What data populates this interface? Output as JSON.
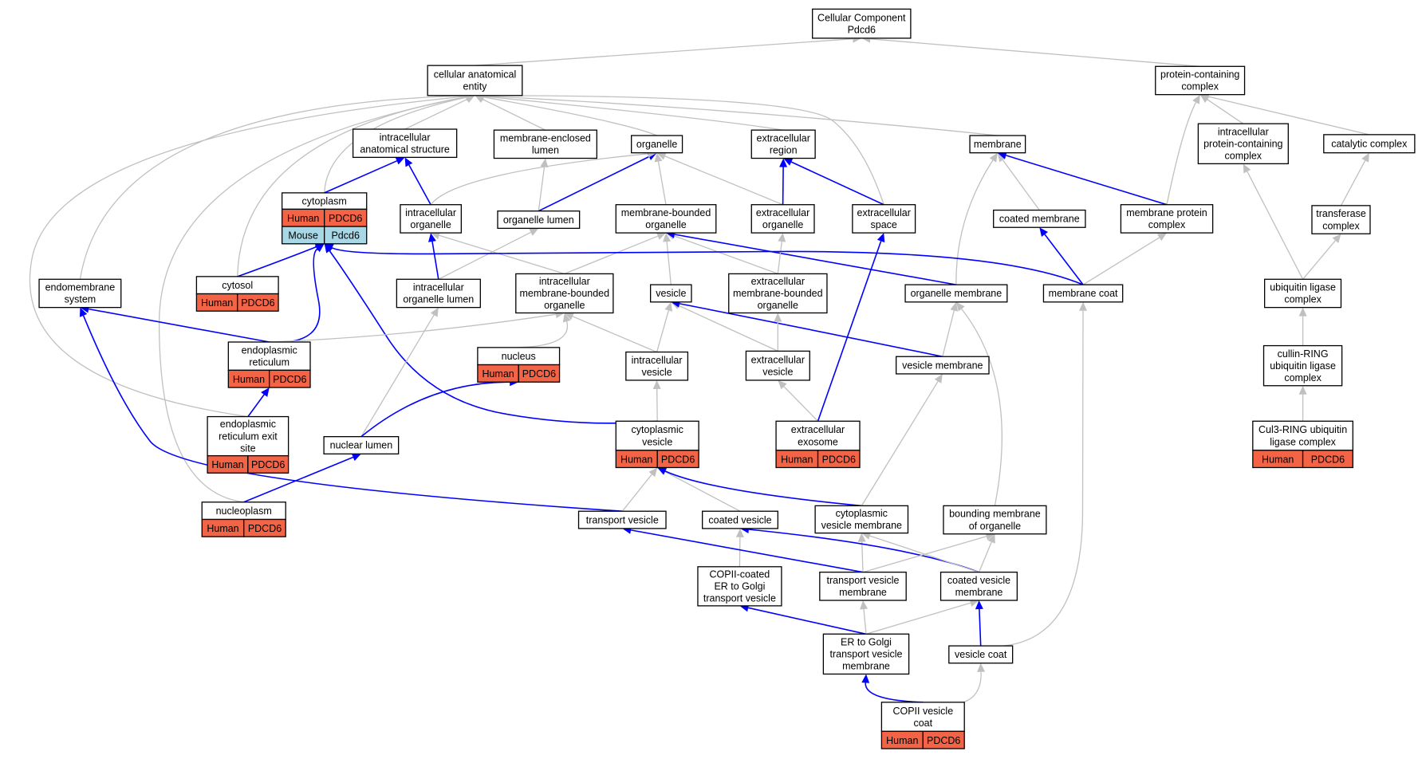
{
  "graph": {
    "colors": {
      "is_a_edge": "#c0c0c0",
      "part_of_edge": "#0000ff",
      "human_annotation": "#f36346",
      "mouse_annotation": "#a8d8e6"
    },
    "nodes": [
      {
        "id": "root",
        "lines": [
          "Cellular Component",
          "Pdcd6"
        ]
      },
      {
        "id": "cae",
        "lines": [
          "cellular anatomical",
          "entity"
        ]
      },
      {
        "id": "pcc",
        "lines": [
          "protein-containing",
          "complex"
        ]
      },
      {
        "id": "ias",
        "lines": [
          "intracellular",
          "anatomical structure"
        ]
      },
      {
        "id": "mel",
        "lines": [
          "membrane-enclosed",
          "lumen"
        ]
      },
      {
        "id": "org",
        "lines": [
          "organelle"
        ]
      },
      {
        "id": "exr",
        "lines": [
          "extracellular",
          "region"
        ]
      },
      {
        "id": "mem",
        "lines": [
          "membrane"
        ]
      },
      {
        "id": "ipcc",
        "lines": [
          "intracellular",
          "protein-containing",
          "complex"
        ]
      },
      {
        "id": "cat",
        "lines": [
          "catalytic complex"
        ]
      },
      {
        "id": "cyto",
        "lines": [
          "cytoplasm"
        ],
        "annotations": [
          {
            "species": "Human",
            "gene": "PDCD6"
          },
          {
            "species": "Mouse",
            "gene": "Pdcd6"
          }
        ]
      },
      {
        "id": "iorg",
        "lines": [
          "intracellular",
          "organelle"
        ]
      },
      {
        "id": "orgl",
        "lines": [
          "organelle lumen"
        ]
      },
      {
        "id": "mbo",
        "lines": [
          "membrane-bounded",
          "organelle"
        ]
      },
      {
        "id": "exo",
        "lines": [
          "extracellular",
          "organelle"
        ]
      },
      {
        "id": "exs",
        "lines": [
          "extracellular",
          "space"
        ]
      },
      {
        "id": "cmem",
        "lines": [
          "coated membrane"
        ]
      },
      {
        "id": "mpc",
        "lines": [
          "membrane protein",
          "complex"
        ]
      },
      {
        "id": "trans",
        "lines": [
          "transferase",
          "complex"
        ]
      },
      {
        "id": "endo",
        "lines": [
          "endomembrane",
          "system"
        ]
      },
      {
        "id": "cytosol",
        "lines": [
          "cytosol"
        ],
        "annotations": [
          {
            "species": "Human",
            "gene": "PDCD6"
          }
        ]
      },
      {
        "id": "iol",
        "lines": [
          "intracellular",
          "organelle lumen"
        ]
      },
      {
        "id": "imbo",
        "lines": [
          "intracellular",
          "membrane-bounded",
          "organelle"
        ]
      },
      {
        "id": "ves",
        "lines": [
          "vesicle"
        ]
      },
      {
        "id": "embo",
        "lines": [
          "extracellular",
          "membrane-bounded",
          "organelle"
        ]
      },
      {
        "id": "orgm",
        "lines": [
          "organelle membrane"
        ]
      },
      {
        "id": "mcoat",
        "lines": [
          "membrane coat"
        ]
      },
      {
        "id": "ubl",
        "lines": [
          "ubiquitin ligase",
          "complex"
        ]
      },
      {
        "id": "er",
        "lines": [
          "endoplasmic",
          "reticulum"
        ],
        "annotations": [
          {
            "species": "Human",
            "gene": "PDCD6"
          }
        ]
      },
      {
        "id": "nuc",
        "lines": [
          "nucleus"
        ],
        "annotations": [
          {
            "species": "Human",
            "gene": "PDCD6"
          }
        ]
      },
      {
        "id": "iv",
        "lines": [
          "intracellular",
          "vesicle"
        ]
      },
      {
        "id": "ev",
        "lines": [
          "extracellular",
          "vesicle"
        ]
      },
      {
        "id": "vm",
        "lines": [
          "vesicle membrane"
        ]
      },
      {
        "id": "crl",
        "lines": [
          "cullin-RING",
          "ubiquitin ligase",
          "complex"
        ]
      },
      {
        "id": "eres",
        "lines": [
          "endoplasmic",
          "reticulum exit",
          "site"
        ],
        "annotations": [
          {
            "species": "Human",
            "gene": "PDCD6"
          }
        ]
      },
      {
        "id": "nl",
        "lines": [
          "nuclear lumen"
        ]
      },
      {
        "id": "cv",
        "lines": [
          "cytoplasmic",
          "vesicle"
        ],
        "annotations": [
          {
            "species": "Human",
            "gene": "PDCD6"
          }
        ]
      },
      {
        "id": "exos",
        "lines": [
          "extracellular",
          "exosome"
        ],
        "annotations": [
          {
            "species": "Human",
            "gene": "PDCD6"
          }
        ]
      },
      {
        "id": "cul3",
        "lines": [
          "Cul3-RING ubiquitin",
          "ligase complex"
        ],
        "annotations": [
          {
            "species": "Human",
            "gene": "PDCD6"
          }
        ]
      },
      {
        "id": "np",
        "lines": [
          "nucleoplasm"
        ],
        "annotations": [
          {
            "species": "Human",
            "gene": "PDCD6"
          }
        ]
      },
      {
        "id": "tv",
        "lines": [
          "transport vesicle"
        ]
      },
      {
        "id": "cvs",
        "lines": [
          "coated vesicle"
        ]
      },
      {
        "id": "cvm",
        "lines": [
          "cytoplasmic",
          "vesicle membrane"
        ]
      },
      {
        "id": "bmo",
        "lines": [
          "bounding membrane",
          "of organelle"
        ]
      },
      {
        "id": "copii",
        "lines": [
          "COPII-coated",
          "ER to Golgi",
          "transport vesicle"
        ]
      },
      {
        "id": "tvm",
        "lines": [
          "transport vesicle",
          "membrane"
        ]
      },
      {
        "id": "cvsm",
        "lines": [
          "coated vesicle",
          "membrane"
        ]
      },
      {
        "id": "ergm",
        "lines": [
          "ER to Golgi",
          "transport vesicle",
          "membrane"
        ]
      },
      {
        "id": "vc",
        "lines": [
          "vesicle coat"
        ]
      },
      {
        "id": "copiic",
        "lines": [
          "COPII vesicle",
          "coat"
        ],
        "annotations": [
          {
            "species": "Human",
            "gene": "PDCD6"
          }
        ]
      }
    ]
  }
}
